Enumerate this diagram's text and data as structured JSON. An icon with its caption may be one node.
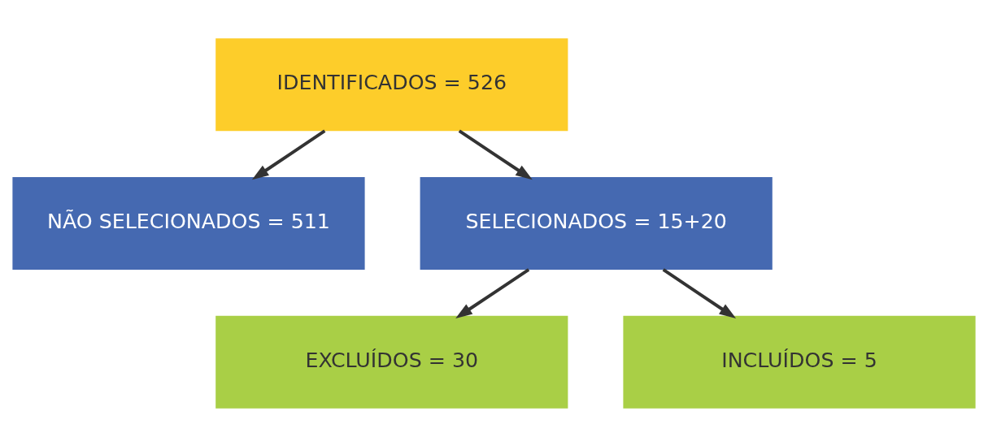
{
  "diagram": {
    "nodes": [
      {
        "text": [
          "IDENTIFICADOS = 526"
        ]
      },
      {
        "text": [
          "NÃO SELECIONADOS = 511"
        ]
      },
      {
        "text": [
          "SELECIONADOS = 15+20"
        ]
      },
      {
        "text": [
          "EXCLUÍDOS = 30"
        ]
      },
      {
        "text": [
          "INCLUÍDOS = 5"
        ]
      }
    ],
    "edges": [
      {
        "from": 0,
        "to": 1,
        "arrow": "to"
      },
      {
        "from": 0,
        "to": 2,
        "arrow": "to"
      },
      {
        "from": 2,
        "to": 3,
        "arrow": "to"
      },
      {
        "from": 2,
        "to": 4,
        "arrow": "to"
      }
    ]
  }
}
